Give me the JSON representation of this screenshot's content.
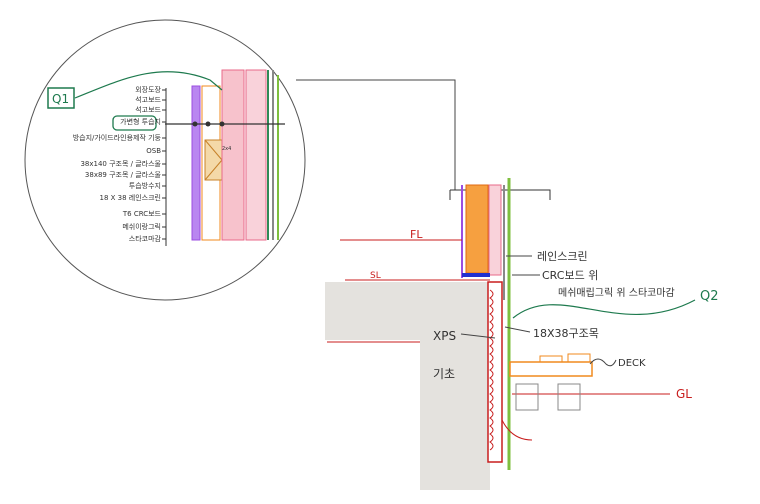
{
  "callouts": {
    "q1": "Q1",
    "q2": "Q2"
  },
  "detail_labels": [
    "외장도장",
    "석고보드",
    "석고보드",
    "가변형 투습지",
    "방습지/가이드라인용제작 기둥",
    "OSB",
    "38x140 구조목 / 글라스울",
    "38x89 구조목 / 글라스울",
    "투습방수지",
    "18 X 38 레인스크린",
    "T6 CRC보드",
    "메쉬이랑그릭",
    "스타코마감"
  ],
  "section_labels": {
    "fl": "FL",
    "sl": "SL",
    "gl": "GL",
    "rainscreen": "레인스크린",
    "crc_line1": "CRC보드 위",
    "crc_line2": "메쉬매립그릭 위 스타코마감",
    "batten": "18X38구조목",
    "xps": "XPS",
    "foundation": "기초",
    "deck": "DECK",
    "stud_tag": "2x4"
  },
  "colors": {
    "green": "#1e7a4e",
    "red": "#c81e1e",
    "orange": "#f08a1e",
    "pink": "#f2a6b8",
    "purple": "#9b4de0",
    "blue": "#2030d0",
    "grey": "#e4e2de"
  }
}
